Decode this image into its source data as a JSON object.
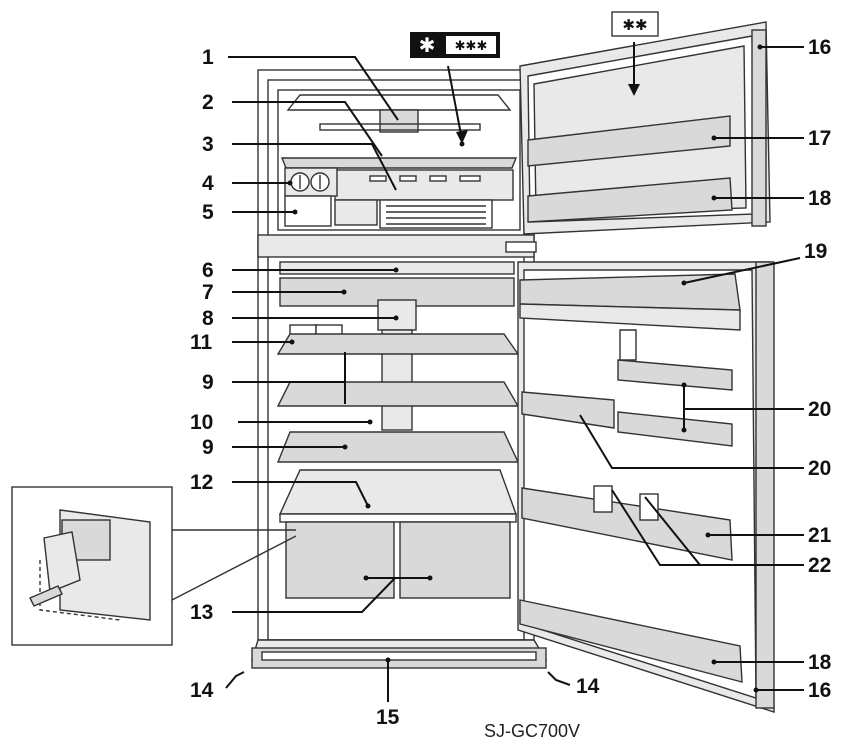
{
  "model_name": "SJ-GC700V",
  "freezer_badge_big": "✱",
  "freezer_badge_stars": "✱✱✱",
  "door_badge_stars": "✱✱",
  "callouts": [
    {
      "id": "1",
      "label": "1"
    },
    {
      "id": "2",
      "label": "2"
    },
    {
      "id": "3",
      "label": "3"
    },
    {
      "id": "4",
      "label": "4"
    },
    {
      "id": "5",
      "label": "5"
    },
    {
      "id": "6",
      "label": "6"
    },
    {
      "id": "7",
      "label": "7"
    },
    {
      "id": "8",
      "label": "8"
    },
    {
      "id": "11",
      "label": "11"
    },
    {
      "id": "9a",
      "label": "9"
    },
    {
      "id": "10",
      "label": "10"
    },
    {
      "id": "9b",
      "label": "9"
    },
    {
      "id": "12",
      "label": "12"
    },
    {
      "id": "13",
      "label": "13"
    },
    {
      "id": "14a",
      "label": "14"
    },
    {
      "id": "15",
      "label": "15"
    },
    {
      "id": "14b",
      "label": "14"
    },
    {
      "id": "16a",
      "label": "16"
    },
    {
      "id": "17",
      "label": "17"
    },
    {
      "id": "18a",
      "label": "18"
    },
    {
      "id": "19",
      "label": "19"
    },
    {
      "id": "20a",
      "label": "20"
    },
    {
      "id": "20b",
      "label": "20"
    },
    {
      "id": "21",
      "label": "21"
    },
    {
      "id": "22",
      "label": "22"
    },
    {
      "id": "18b",
      "label": "18"
    },
    {
      "id": "16b",
      "label": "16"
    }
  ]
}
